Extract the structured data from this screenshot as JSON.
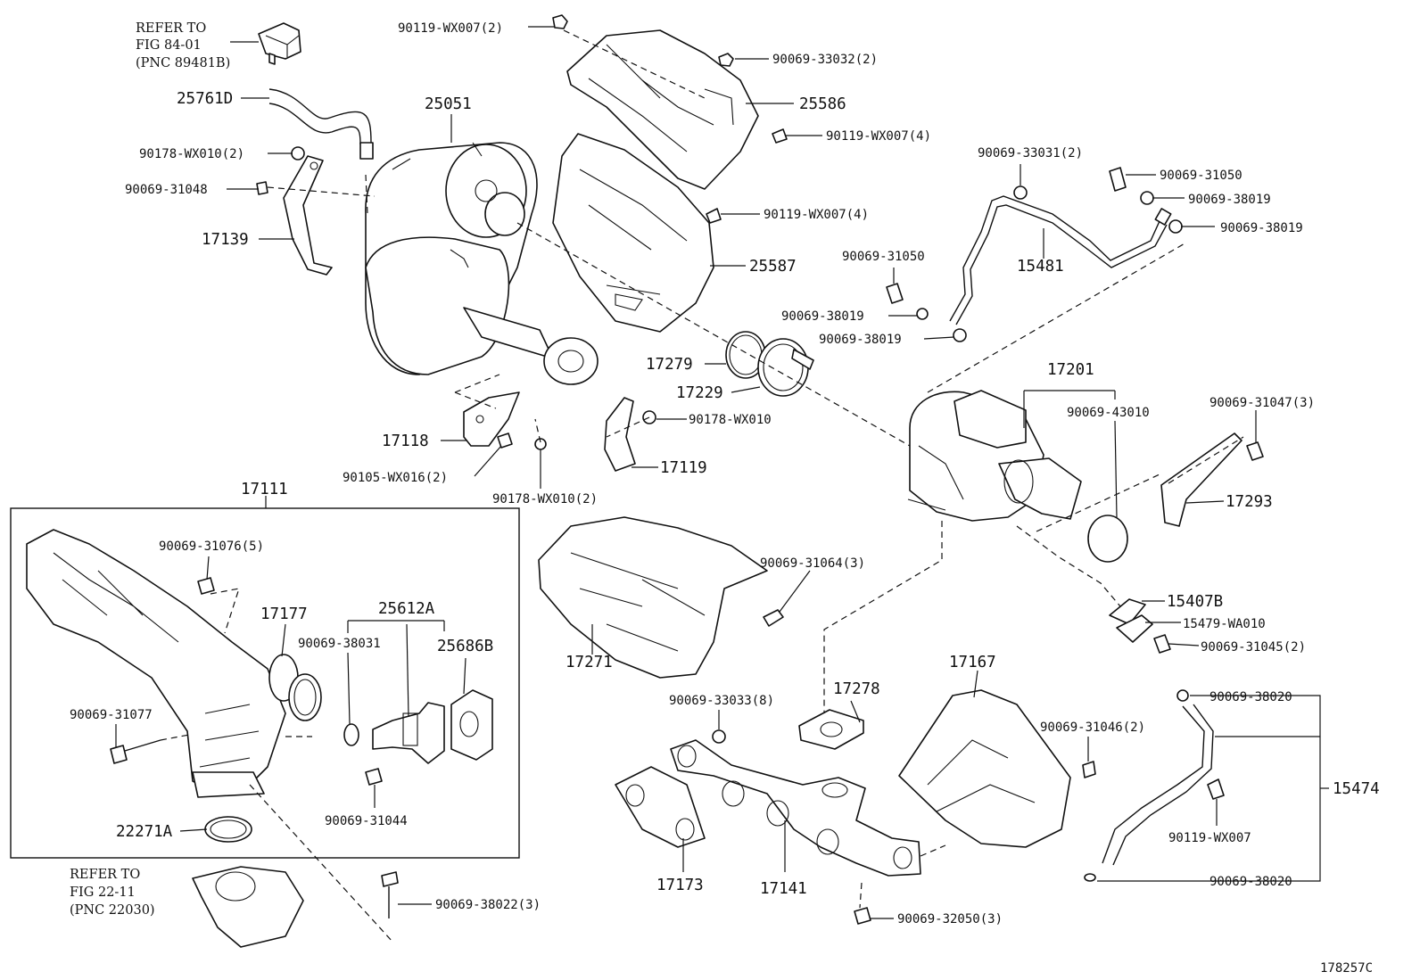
{
  "diagram_id": "178257C",
  "references": [
    {
      "lines": [
        "REFER TO",
        "FIG 84-01",
        "(PNC 89481B)"
      ]
    },
    {
      "lines": [
        "REFER TO",
        "FIG 22-11",
        "(PNC 22030)"
      ]
    }
  ],
  "parts": {
    "p25761D": "25761D",
    "p25051": "25051",
    "p90119_wx007_2": "90119-WX007(2)",
    "p90069_33032_2": "90069-33032(2)",
    "p25586": "25586",
    "p90119_wx007_4a": "90119-WX007(4)",
    "p90178_wx010_2a": "90178-WX010(2)",
    "p90069_31048": "90069-31048",
    "p17139": "17139",
    "p90119_wx007_4b": "90119-WX007(4)",
    "p25587": "25587",
    "p90069_33031_2": "90069-33031(2)",
    "p90069_31050a": "90069-31050",
    "p90069_38019a": "90069-38019",
    "p90069_38019b": "90069-38019",
    "p15481": "15481",
    "p90069_31050b": "90069-31050",
    "p90069_38019c": "90069-38019",
    "p90069_38019d": "90069-38019",
    "p17279": "17279",
    "p17229": "17229",
    "p17201": "17201",
    "p90069_43010": "90069-43010",
    "p90069_31047_3": "90069-31047(3)",
    "p90178_wx010": "90178-WX010",
    "p17118": "17118",
    "p90105_wx016_2": "90105-WX016(2)",
    "p17119": "17119",
    "p90178_wx010_2b": "90178-WX010(2)",
    "p17293": "17293",
    "p17111": "17111",
    "p90069_31076_5": "90069-31076(5)",
    "p17177": "17177",
    "p25612A": "25612A",
    "p90069_38031": "90069-38031",
    "p25686B": "25686B",
    "p90069_31077": "90069-31077",
    "p90069_31044": "90069-31044",
    "p22271A": "22271A",
    "p90069_31064_3": "90069-31064(3)",
    "p17271": "17271",
    "p15407B": "15407B",
    "p15479_wa010": "15479-WA010",
    "p90069_31045_2": "90069-31045(2)",
    "p17167": "17167",
    "p90069_33033_8": "90069-33033(8)",
    "p17278": "17278",
    "p90069_38020a": "90069-38020",
    "p90069_31046_2": "90069-31046(2)",
    "p15474": "15474",
    "p90119_wx007": "90119-WX007",
    "p17173": "17173",
    "p17141": "17141",
    "p90069_38020b": "90069-38020",
    "p90069_38022_3": "90069-38022(3)",
    "p90069_32050_3": "90069-32050(3)"
  }
}
